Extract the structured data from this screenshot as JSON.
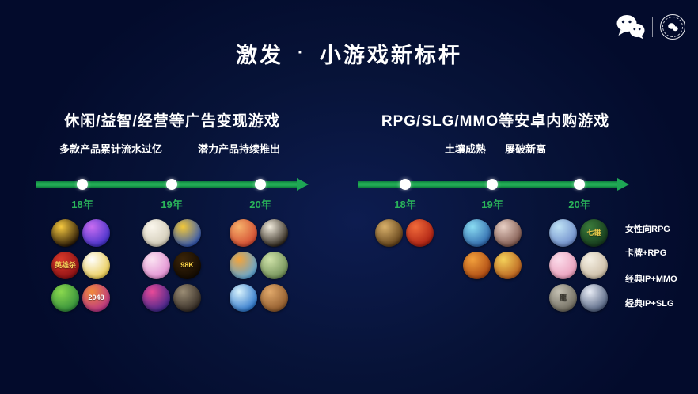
{
  "title": {
    "part1": "激发",
    "dot": "·",
    "part2": "小游戏新标杆"
  },
  "header": {
    "logos": [
      "wechat-logo-icon",
      "circular-seal-badge-icon"
    ]
  },
  "colors": {
    "background": "#030b2c",
    "glow": "#0d1c50",
    "timeline_green": "#1ea654",
    "year_label_green": "#2ab45a",
    "text_white": "#ffffff"
  },
  "left_section": {
    "title": "休闲/益智/经营等广告变现游戏",
    "stats": [
      "多款产品累计流水过亿",
      "潜力产品持续推出"
    ],
    "timeline": {
      "years": [
        "18年",
        "19年",
        "20年"
      ]
    },
    "groups": [
      {
        "year": "18年",
        "icons": [
          {
            "name": "coin-gold-game-icon",
            "c_inner": "#f5c83f",
            "c_outer": "#201104",
            "text": ""
          },
          {
            "name": "purple-orb-game-icon",
            "c_inner": "#c86cf0",
            "c_outer": "#3c2ec8",
            "text": ""
          },
          {
            "name": "hero-card-game-icon",
            "c_inner": "#d83a2a",
            "c_outer": "#8a0f14",
            "text": "英雄杀",
            "text_color": "#f5d05a"
          },
          {
            "name": "cat-rays-game-icon",
            "c_inner": "#ffffff",
            "c_outer": "#e8c84a",
            "text": ""
          },
          {
            "name": "soccer-fish-game-icon",
            "c_inner": "#8ad84e",
            "c_outer": "#2e8a3a",
            "text": ""
          },
          {
            "name": "2048-balls-game-icon",
            "c_inner": "#f08a3c",
            "c_outer": "#b8308a",
            "text": "2048",
            "text_color": "#ffffff"
          }
        ]
      },
      {
        "year": "19年",
        "icons": [
          {
            "name": "cat-fries-game-icon",
            "c_inner": "#faf6ec",
            "c_outer": "#cfc8b4",
            "text": ""
          },
          {
            "name": "blue-hair-face-game-icon",
            "c_inner": "#f2c83a",
            "c_outer": "#2a52b8",
            "text": ""
          },
          {
            "name": "pink-girl-game-icon",
            "c_inner": "#fbe3f2",
            "c_outer": "#e08ad0",
            "text": ""
          },
          {
            "name": "98k-chip-game-icon",
            "c_inner": "#3a2408",
            "c_outer": "#120a02",
            "text": "98K",
            "text_color": "#ffd84a"
          },
          {
            "name": "color-blocks-game-icon",
            "c_inner": "#e84a98",
            "c_outer": "#38248a",
            "text": ""
          },
          {
            "name": "soldier-gun-game-icon",
            "c_inner": "#9a8c74",
            "c_outer": "#2e2620",
            "text": ""
          }
        ]
      },
      {
        "year": "20年",
        "icons": [
          {
            "name": "redhead-girl-game-icon",
            "c_inner": "#f6b06a",
            "c_outer": "#d0452e",
            "text": ""
          },
          {
            "name": "moon-silhouette-game-icon",
            "c_inner": "#efe9da",
            "c_outer": "#241c12",
            "text": ""
          },
          {
            "name": "dino-game-icon",
            "c_inner": "#f2a43c",
            "c_outer": "#58a8e0",
            "text": ""
          },
          {
            "name": "town-build-game-icon",
            "c_inner": "#cfe2a8",
            "c_outer": "#6a8a52",
            "text": ""
          },
          {
            "name": "shark-game-icon",
            "c_inner": "#d8f2fc",
            "c_outer": "#2470c8",
            "text": ""
          },
          {
            "name": "whale-game-icon",
            "c_inner": "#e0a86a",
            "c_outer": "#8a5528",
            "text": ""
          }
        ]
      }
    ]
  },
  "right_section": {
    "title": "RPG/SLG/MMO等安卓内购游戏",
    "stats": [
      "土壤成熟",
      "屡破新高"
    ],
    "timeline": {
      "years": [
        "18年",
        "19年",
        "20年"
      ]
    },
    "groups": [
      {
        "year": "18年",
        "icons": [
          {
            "name": "sword-scroll-game-icon",
            "c_inner": "#d8b06a",
            "c_outer": "#5a3a14",
            "text": ""
          },
          {
            "name": "penguin-red-game-icon",
            "c_inner": "#f06a3a",
            "c_outer": "#a81c10",
            "text": ""
          }
        ]
      },
      {
        "year": "19年",
        "icons": [
          {
            "name": "blue-soldier-game-icon",
            "c_inner": "#8adcf2",
            "c_outer": "#2a62a8",
            "text": ""
          },
          {
            "name": "beauty-portrait-game-icon",
            "c_inner": "#e8cfc4",
            "c_outer": "#7a5248",
            "text": ""
          },
          {
            "name": "orange-warrior-game-icon",
            "c_inner": "#f2a03c",
            "c_outer": "#a84410",
            "text": ""
          },
          {
            "name": "qing-lady-game-icon",
            "c_inner": "#f5d25a",
            "c_outer": "#b4581a",
            "text": ""
          }
        ]
      },
      {
        "year": "20年",
        "icons": [
          {
            "name": "palace-beauty-game-icon",
            "c_inner": "#bfe2f5",
            "c_outer": "#6a88c8",
            "text": ""
          },
          {
            "name": "qixiong-calligraphy-game-icon",
            "c_inner": "#3a7a3a",
            "c_outer": "#14381c",
            "text": "七雄",
            "text_color": "#e8c84a"
          },
          {
            "name": "flower-girl-game-icon",
            "c_inner": "#fbdcea",
            "c_outer": "#e89ab8",
            "text": ""
          },
          {
            "name": "calligraphy-red-game-icon",
            "c_inner": "#f5f0e4",
            "c_outer": "#c8b8a0",
            "text": ""
          },
          {
            "name": "dragon-stone-game-icon",
            "c_inner": "#c4c0b2",
            "c_outer": "#6a665a",
            "text": "龍",
            "text_color": "#3a3830"
          },
          {
            "name": "white-hair-hero-game-icon",
            "c_inner": "#e8ecf5",
            "c_outer": "#4a5a7a",
            "text": ""
          }
        ]
      }
    ],
    "categories": [
      "女性向RPG",
      "卡牌+RPG",
      "经典IP+MMO",
      "经典IP+SLG"
    ]
  }
}
